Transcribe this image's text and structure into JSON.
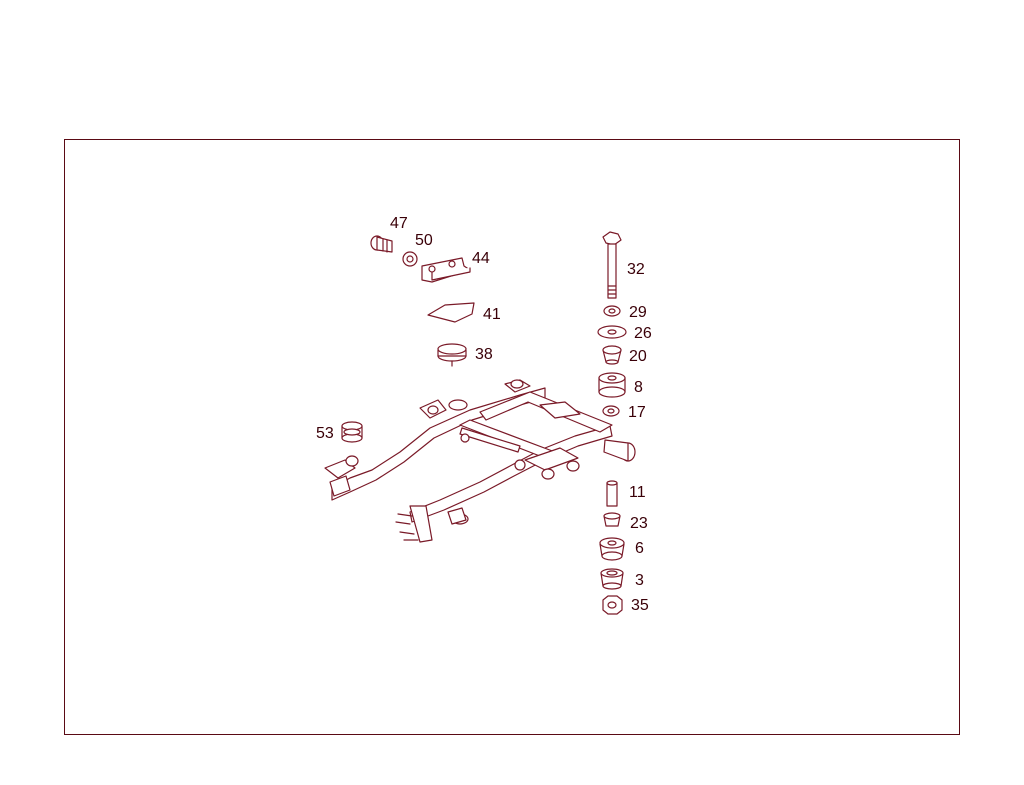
{
  "colors": {
    "frame": "#5a0a14",
    "line": "#7a1a28",
    "text": "#3a0008",
    "background": "#ffffff"
  },
  "callouts": {
    "n47": "47",
    "n50": "50",
    "n44": "44",
    "n41": "41",
    "n38": "38",
    "n53": "53",
    "n32": "32",
    "n29": "29",
    "n26": "26",
    "n20": "20",
    "n8": "8",
    "n17": "17",
    "n11": "11",
    "n23": "23",
    "n6": "6",
    "n3": "3",
    "n35": "35"
  }
}
